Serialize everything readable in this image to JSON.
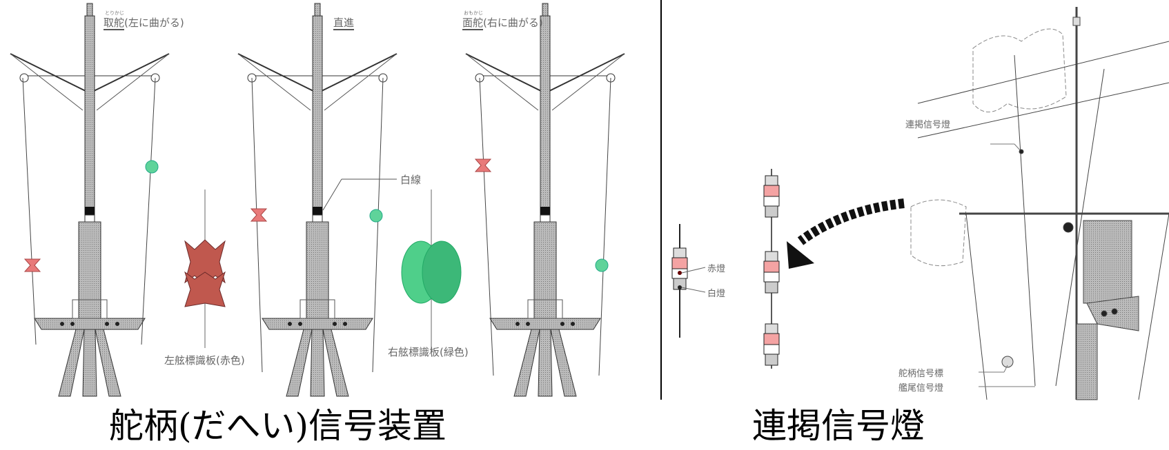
{
  "left_panel": {
    "title": "舵柄(だへい)信号装置",
    "states": [
      {
        "label": "取舵",
        "note": "(左に曲がる)",
        "ruby": "とりかじ"
      },
      {
        "label": "直進",
        "note": ""
      },
      {
        "label": "面舵",
        "note": "(右に曲がる)",
        "ruby": "おもかじ"
      }
    ],
    "white_line_label": "白線",
    "port_board_label": "左舷標識板(赤色)",
    "starboard_board_label": "右舷標識板(緑色)"
  },
  "right_panel": {
    "title": "連掲信号燈",
    "red_light_label": "赤燈",
    "white_light_label": "白燈",
    "masthead_signal_label": "連掲信号燈",
    "helm_signal_label": "舵柄信号標",
    "stern_light_label": "艦尾信号燈"
  },
  "colors": {
    "red_signal": "#e87a7a",
    "green_signal": "#5fd39a",
    "lamp_red": "#f4a3a3"
  }
}
